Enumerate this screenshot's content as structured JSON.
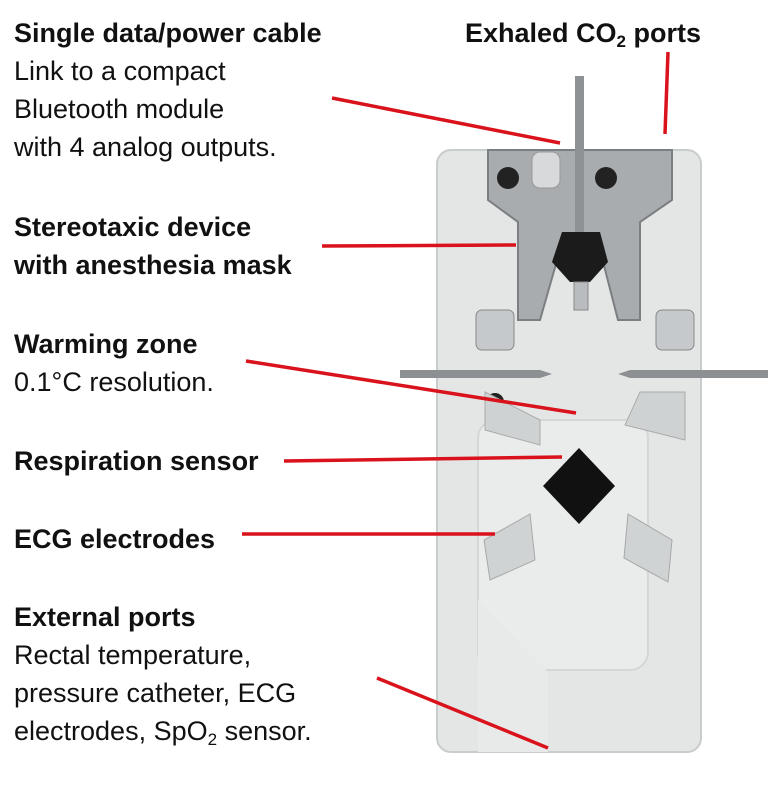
{
  "labels": {
    "cable": {
      "title": "Single data/power cable",
      "lines": [
        "Link to a compact",
        "Bluetooth module",
        "with 4 analog outputs."
      ]
    },
    "co2": {
      "pre": "Exhaled CO",
      "sub": "2",
      "post": " ports"
    },
    "stereotaxic": {
      "lines": [
        "Stereotaxic device",
        "with anesthesia mask"
      ]
    },
    "warming": {
      "title": "Warming zone",
      "line": "0.1°C resolution."
    },
    "respiration": {
      "title": "Respiration sensor"
    },
    "ecg": {
      "title": "ECG electrodes"
    },
    "external": {
      "title": "External ports",
      "lines": [
        "Rectal temperature,",
        "pressure catheter, ECG"
      ],
      "last_pre": "electrodes, SpO",
      "last_sub": "2",
      "last_post": " sensor."
    }
  },
  "colors": {
    "pointer": "#d9121b",
    "board": "#e6e8e8",
    "metal": "#a9adaf",
    "sensor": "#111111"
  }
}
